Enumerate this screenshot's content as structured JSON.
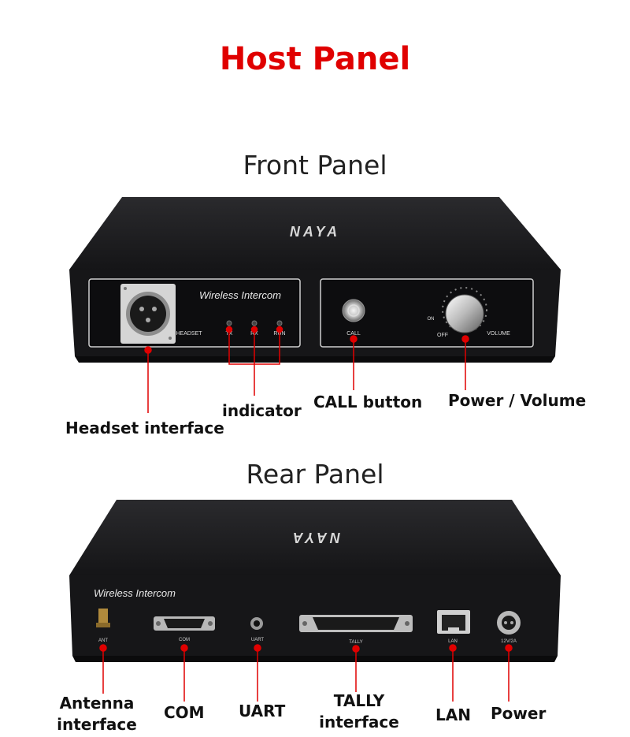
{
  "title": "Host Panel",
  "front": {
    "section_title": "Front Panel",
    "brand": "NAYA",
    "device_label": "Wireless Intercom",
    "panel_labels": {
      "headset": "HEADSET",
      "tx": "TX",
      "rx": "RX",
      "run": "RUN",
      "call": "CALL",
      "on": "ON",
      "off": "OFF",
      "volume": "VOLUME"
    },
    "callouts": {
      "headset": "Headset interface",
      "indicator": "indicator",
      "call": "CALL button",
      "power_volume": "Power / Volume"
    }
  },
  "rear": {
    "section_title": "Rear Panel",
    "brand": "NAYA",
    "device_label": "Wireless Intercom",
    "panel_labels": {
      "ant": "ANT",
      "com": "COM",
      "uart": "UART",
      "tally": "TALLY",
      "lan": "LAN",
      "power": "12V/2A"
    },
    "callouts": {
      "antenna_line1": "Antenna",
      "antenna_line2": "interface",
      "com": "COM",
      "uart": "UART",
      "tally_line1": "TALLY",
      "tally_line2": "interface",
      "lan": "LAN",
      "power": "Power"
    }
  },
  "colors": {
    "title": "#e00000",
    "leader": "#e00000",
    "device_body": "#1c1c1e",
    "panel_face": "#0d0d0f"
  }
}
